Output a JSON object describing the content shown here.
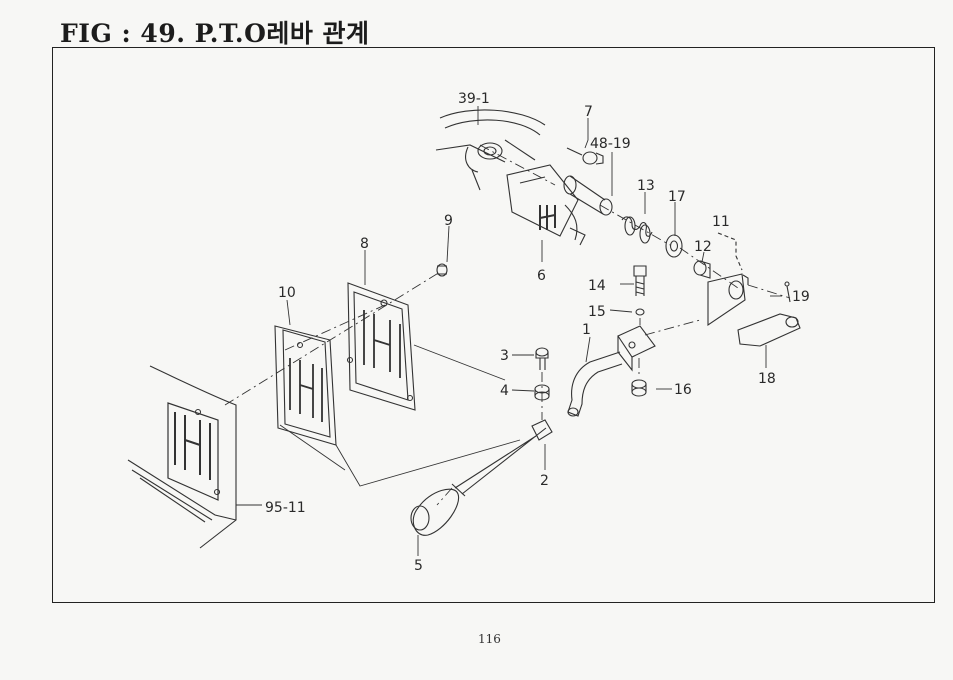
{
  "title": "FIG : 49. P.T.O레바 관계",
  "page_number": "116",
  "callouts": {
    "c39_1": "39-1",
    "c7": "7",
    "c48_19": "48-19",
    "c13": "13",
    "c17": "17",
    "c11": "11",
    "c12": "12",
    "c6": "6",
    "c9": "9",
    "c8": "8",
    "c10": "10",
    "c14": "14",
    "c15": "15",
    "c19": "19",
    "c1": "1",
    "c3": "3",
    "c4": "4",
    "c16": "16",
    "c18": "18",
    "c2": "2",
    "c95_11": "95-11",
    "c5": "5"
  }
}
